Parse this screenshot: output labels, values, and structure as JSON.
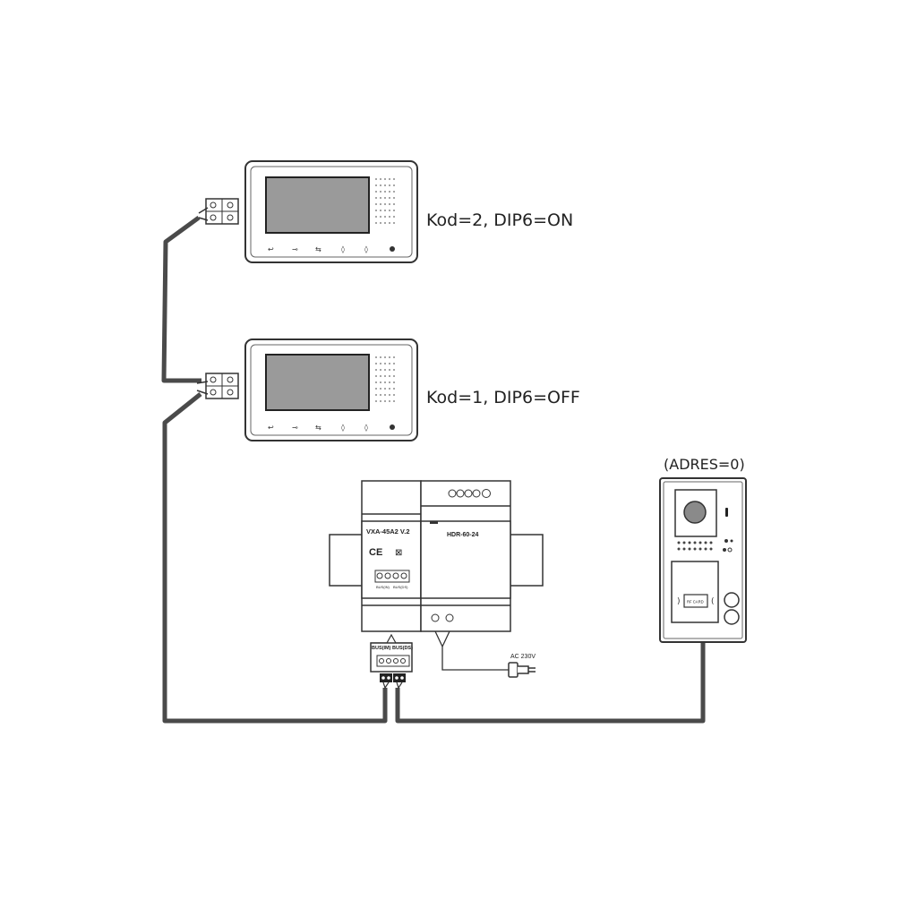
{
  "monitor_top": {
    "label": "Kod=2, DIP6=ON"
  },
  "monitor_bottom": {
    "label": "Kod=1, DIP6=OFF"
  },
  "door_station": {
    "label": "(ADRES=0)",
    "card_label": "RF CARD"
  },
  "distributor": {
    "model": "VXA-45A2 V.2",
    "terminal_labels": [
      "BUS(IN)",
      "BUS(DS)"
    ]
  },
  "power_supply": {
    "model": "HDR-60-24"
  },
  "bus_connector": {
    "label_left": "BUS(IM)",
    "label_right": "BUS(DS)"
  },
  "mains": {
    "label": "AC 230V"
  },
  "colors": {
    "wire": "#4a4a4a",
    "outline": "#333333"
  },
  "icons": [
    "talk-icon",
    "unlock-icon",
    "transfer-icon",
    "volume-icon",
    "brightness-icon",
    "menu-icon"
  ]
}
